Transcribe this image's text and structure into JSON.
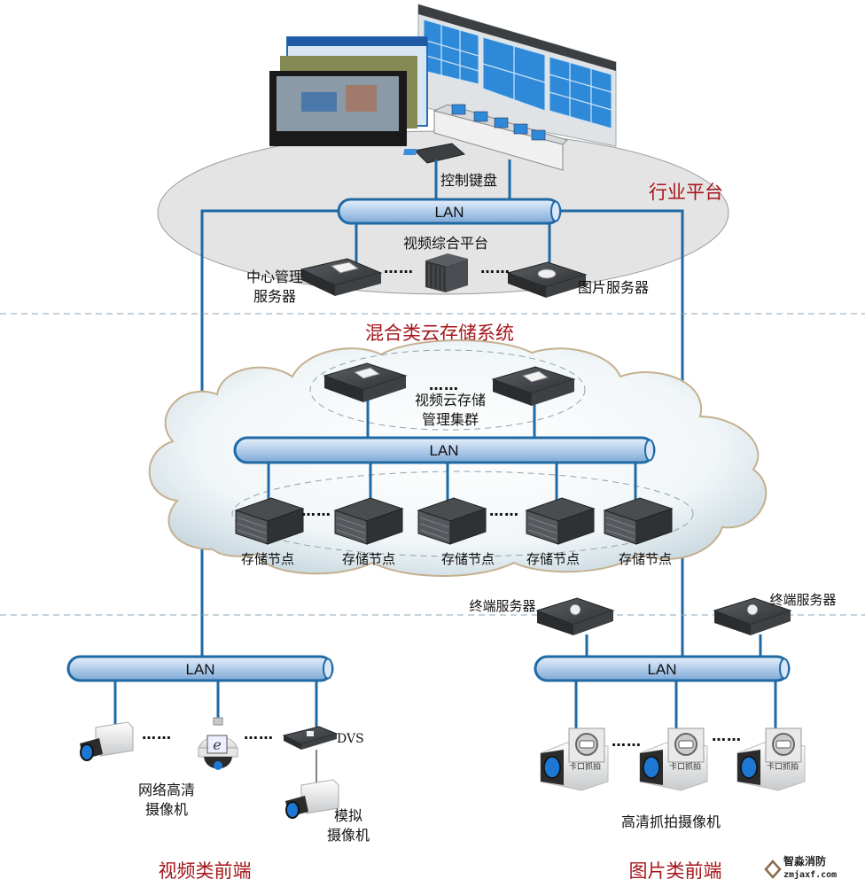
{
  "colors": {
    "link": "#1f6aa5",
    "section_title": "#a5161c",
    "pipe_fill": "#b8d2ee",
    "pipe_stroke": "#1f6aa5",
    "platform_ellipse": "#e6e6e6",
    "divider": "#8aa6b8"
  },
  "sections": {
    "platform": "行业平台",
    "storage": "混合类云存储系统",
    "video_frontend": "视频类前端",
    "image_frontend": "图片类前端"
  },
  "platform": {
    "control_keyboard": "控制键盘",
    "video_platform": "视频综合平台",
    "center_server_line1": "中心管理",
    "center_server_line2": "服务器",
    "image_server": "图片服务器",
    "lan": "LAN",
    "ellipsis": "……"
  },
  "storage": {
    "lan": "LAN",
    "cluster_line1": "视频云存储",
    "cluster_line2": "管理集群",
    "ellipsis": "……",
    "nodes": [
      "存储节点",
      "存储节点",
      "存储节点",
      "存储节点",
      "存储节点"
    ]
  },
  "frontend": {
    "terminal_server_left": "终端服务器",
    "terminal_server_right": "终端服务器",
    "lan_left": "LAN",
    "lan_right": "LAN",
    "ellipsis": "……",
    "dvs": "DVS",
    "network_camera_line1": "网络高清",
    "network_camera_line2": "摄像机",
    "analog_camera_line1": "模拟",
    "analog_camera_line2": "摄像机",
    "checkpoint_label": "卡口抓拍",
    "hd_capture_camera": "高清抓拍摄像机"
  },
  "watermark": {
    "name": "智淼消防",
    "site": "zmjaxf.com"
  }
}
